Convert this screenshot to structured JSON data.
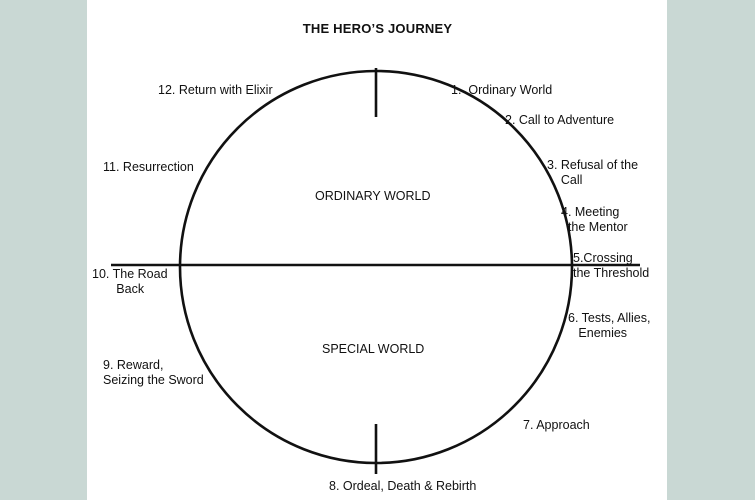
{
  "title": "THE HERO’S JOURNEY",
  "regions": {
    "upper": "ORDINARY WORLD",
    "lower": "SPECIAL WORLD"
  },
  "stages": [
    "1.  Ordinary World",
    "2. Call to Adventure",
    "3. Refusal of the\n    Call",
    "4. Meeting\n  the Mentor",
    "5.Crossing\nthe Threshold",
    "6. Tests, Allies,\n   Enemies",
    "7. Approach",
    "8. Ordeal, Death & Rebirth",
    "9. Reward,\nSeizing the Sword",
    "10. The Road\n       Back",
    "11. Resurrection",
    "12. Return with Elixir"
  ],
  "colors": {
    "outer_background": "#c9d8d4",
    "panel": "#ffffff",
    "ink": "#111111"
  }
}
